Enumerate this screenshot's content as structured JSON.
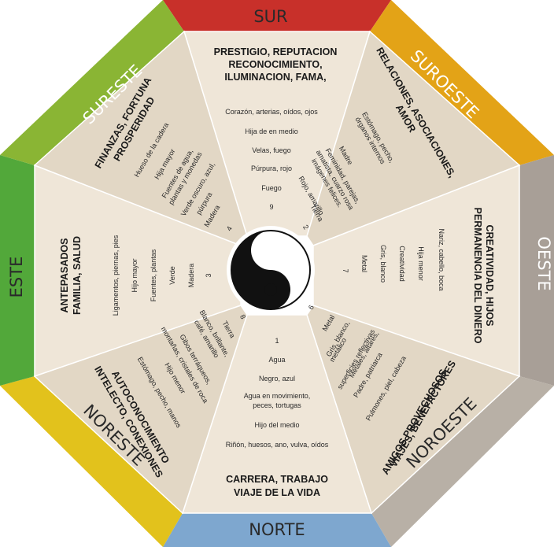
{
  "directions": {
    "sur": "SUR",
    "suroeste": "SUROESTE",
    "oeste": "OESTE",
    "noroeste": "NOROESTE",
    "norte": "NORTE",
    "noreste": "NORESTE",
    "este": "ESTE",
    "sureste": "SURESTE"
  },
  "colors": {
    "sur": "#c8302a",
    "suroeste": "#e3a317",
    "oeste": "#a89f97",
    "noroeste": "#b8b0a6",
    "norte": "#7ea7cf",
    "noreste": "#e2c21c",
    "este": "#52a83a",
    "sureste": "#8ab534",
    "wedge_light": "#efe6d8",
    "wedge_dark": "#e2d7c5"
  },
  "sectors": {
    "sur": {
      "title": [
        "PRESTIGIO, REPUTACION",
        "RECONOCIMIENTO,",
        "ILUMINACION, FAMA,"
      ],
      "items": [
        "Corazón, arterias, oídos, ojos",
        "Hija de en medio",
        "Velas, fuego",
        "Púrpura, rojo",
        "Fuego"
      ],
      "number": "9"
    },
    "suroeste": {
      "title": [
        "RELACIONES, ASOCIACIONES,",
        "AMOR"
      ],
      "items": [
        "Estómago, pecho,",
        "órganos internos",
        "Madre",
        "Feminidad, parejas,",
        "amatista, cuarzo rosa",
        "imágenes felices.",
        "Rojo, amarillo",
        "Tierra"
      ],
      "number": "2"
    },
    "oeste": {
      "title": [
        "CREATIVIDAD, HIJOS",
        "PERMANENCIA DEL DINERO"
      ],
      "items": [
        "Nariz, cabello, boca",
        "Hija menor",
        "Creatividad",
        "Gris, blanco",
        "Metal"
      ],
      "number": "7"
    },
    "noroeste": {
      "title": [
        "VIAJES, BENEFACTORES",
        "AMIGOS PROVECHOSOS"
      ],
      "items": [
        "Pulmones, piel, cabeza",
        "Padre, patriarca",
        "Metales, altares,",
        "superficies reflectivas",
        "Gris, blanco,",
        "metálico",
        "Metal"
      ],
      "number": "6"
    },
    "norte": {
      "title": [
        "CARRERA, TRABAJO",
        "VIAJE DE LA VIDA"
      ],
      "items": [
        "Agua",
        "Negro, azul",
        "Agua en movimiento,",
        "peces, tortugas",
        "Hijo del medio",
        "Riñón, huesos, ano, vulva, oídos"
      ],
      "number": "1"
    },
    "noreste": {
      "title": [
        "AUTOCONOCIMIENTO",
        "INTELECTO, CONEXIONES"
      ],
      "items": [
        "Tierra",
        "Blanco, brillante,",
        "café, amarillo",
        "Gibos terráqueos,",
        "montañas, cristales de roca",
        "Hijo menor",
        "Estómago, pecho, manos"
      ],
      "number": "8"
    },
    "este": {
      "title": [
        "ANTEPASADOS",
        "FAMILIA, SALUD"
      ],
      "items": [
        "Ligamentos, piernas, pies",
        "Hijo mayor",
        "Fuentes, plantas",
        "Verde",
        "Madera"
      ],
      "number": "3"
    },
    "sureste": {
      "title": [
        "FINANZAS, FORTUNA",
        "PROSPERIDAD"
      ],
      "items": [
        "Hueso de la cadera",
        "Hija mayor",
        "Fuentes de agua,",
        "plantas y monedas",
        "Verde oscuro, azul,",
        "púrpura",
        "Madera"
      ],
      "number": "4"
    }
  }
}
